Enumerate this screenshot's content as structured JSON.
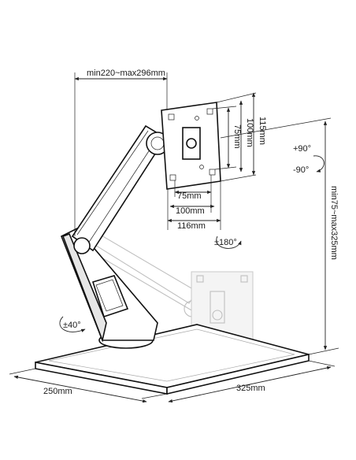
{
  "labels": {
    "arm_reach": "min220~max296mm",
    "vesa_75_h": "75mm",
    "vesa_100_h": "100mm",
    "plate_width": "116mm",
    "vesa_75_v": "75mm",
    "vesa_100_v": "100mm",
    "plate_height": "115mm",
    "tilt_up": "+90°",
    "tilt_down": "-90°",
    "rotation": "±180°",
    "swivel": "±40°",
    "height_range": "min75~max325mm",
    "base_depth": "250mm",
    "base_width": "325mm"
  },
  "colors": {
    "line": "#111111",
    "ghost": "#bfbfbf"
  }
}
